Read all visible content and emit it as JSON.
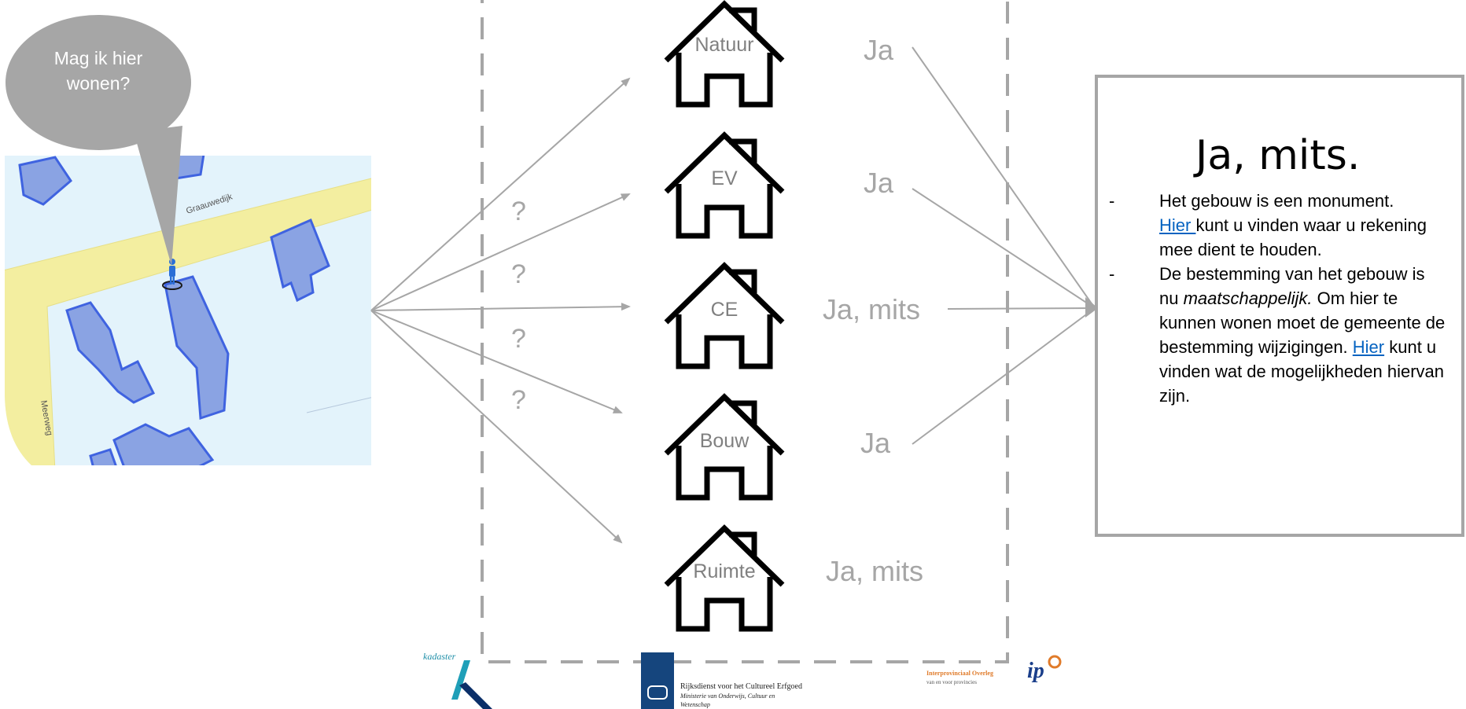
{
  "speech_bubble": {
    "line1": "Mag ik hier",
    "line2": "wonen?"
  },
  "map": {
    "street1": "Graauwedijk",
    "street2": "Meerweg"
  },
  "question_marks": [
    "?",
    "?",
    "?",
    "?"
  ],
  "houses": [
    {
      "label": "Natuur",
      "answer": "Ja"
    },
    {
      "label": "EV",
      "answer": "Ja"
    },
    {
      "label": "CE",
      "answer": "Ja, mits"
    },
    {
      "label": "Bouw",
      "answer": "Ja"
    },
    {
      "label": "Ruimte",
      "answer": "Ja, mits"
    }
  ],
  "result": {
    "title": "Ja, mits.",
    "item1": {
      "text1": "Het gebouw is een monument.",
      "link": "Hier ",
      "text2": "kunt u vinden waar u rekening mee dient te houden."
    },
    "item2": {
      "text1": "De bestemming van het gebouw is nu ",
      "emphasis": "maatschappelijk.",
      "text2": " Om hier te kunnen wonen moet de gemeente de bestemming wijzigingen. ",
      "link": "Hier",
      "text3": " kunt u vinden wat de mogelijkheden hiervan zijn."
    }
  },
  "logos": {
    "kadaster": "kadaster",
    "rce_line1": "Rijksdienst voor het Cultureel Erfgoed",
    "rce_line2": "Ministerie van Onderwijs, Cultuur en",
    "rce_line3": "Wetenschap",
    "ipo_line1": "Interprovinciaal Overleg",
    "ipo_line2": "van en voor provincies",
    "ipo_mark": "ip"
  },
  "colors": {
    "map_background": "#e3f3fb",
    "map_road": "#f3eea0",
    "building_fill": "#8aa3e3",
    "building_stroke": "#3f63e0",
    "arrow": "#a6a6a6",
    "dashed_frame": "#a6a6a6",
    "bubble": "#a6a6a6",
    "link": "#0563c1"
  },
  "icons": [
    "house-icon",
    "person-marker-icon",
    "speech-bubble-icon"
  ]
}
